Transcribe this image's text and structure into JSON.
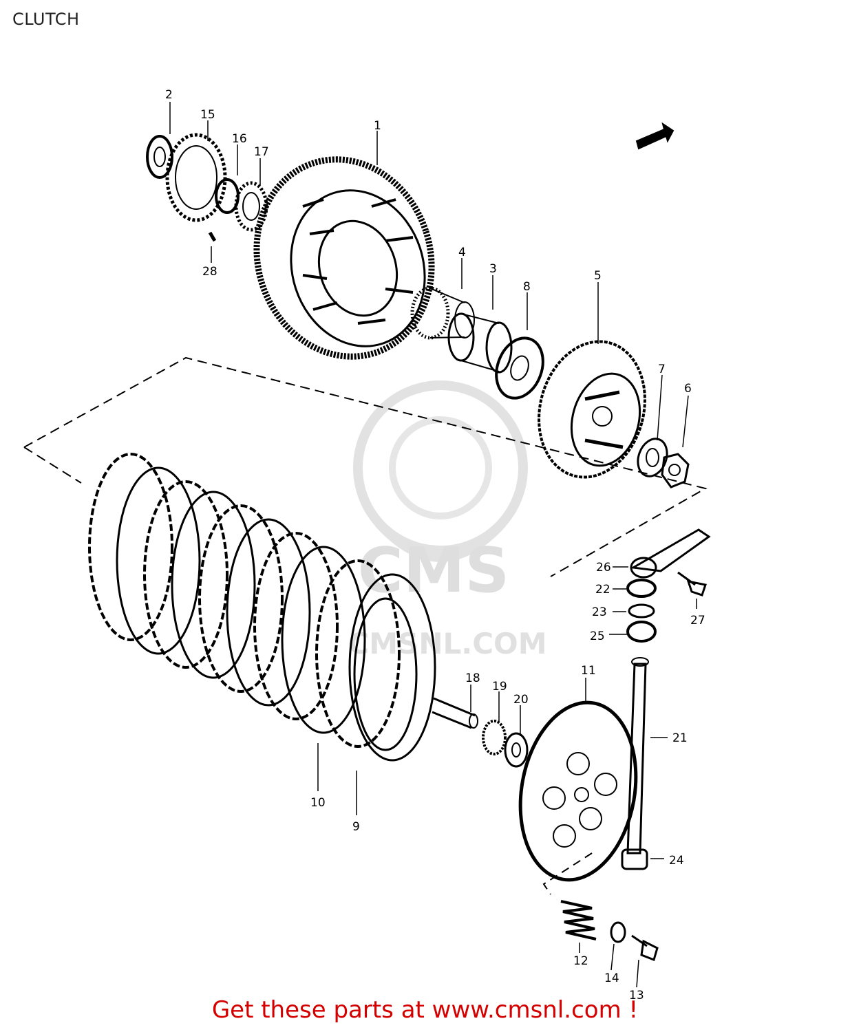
{
  "page": {
    "title": "CLUTCH"
  },
  "diagram": {
    "fwd_arrow": "FWD",
    "labels": {
      "p1": "1",
      "p2": "2",
      "p3": "3",
      "p4": "4",
      "p5": "5",
      "p6": "6",
      "p7": "7",
      "p8": "8",
      "p9": "9",
      "p10": "10",
      "p11": "11",
      "p12": "12",
      "p13": "13",
      "p14": "14",
      "p15": "15",
      "p16": "16",
      "p17": "17",
      "p18": "18",
      "p19": "19",
      "p20": "20",
      "p21": "21",
      "p22": "22",
      "p23": "23",
      "p24": "24",
      "p25": "25",
      "p26": "26",
      "p27": "27",
      "p28": "28"
    }
  },
  "watermark": {
    "brand": "CMS",
    "site": "CMSNL.COM"
  },
  "footer": {
    "text": "Get these parts at www.cmsnl.com !"
  },
  "colors": {
    "ink": "#000000",
    "footer": "#d40000",
    "watermark": "#d8d8d8"
  }
}
